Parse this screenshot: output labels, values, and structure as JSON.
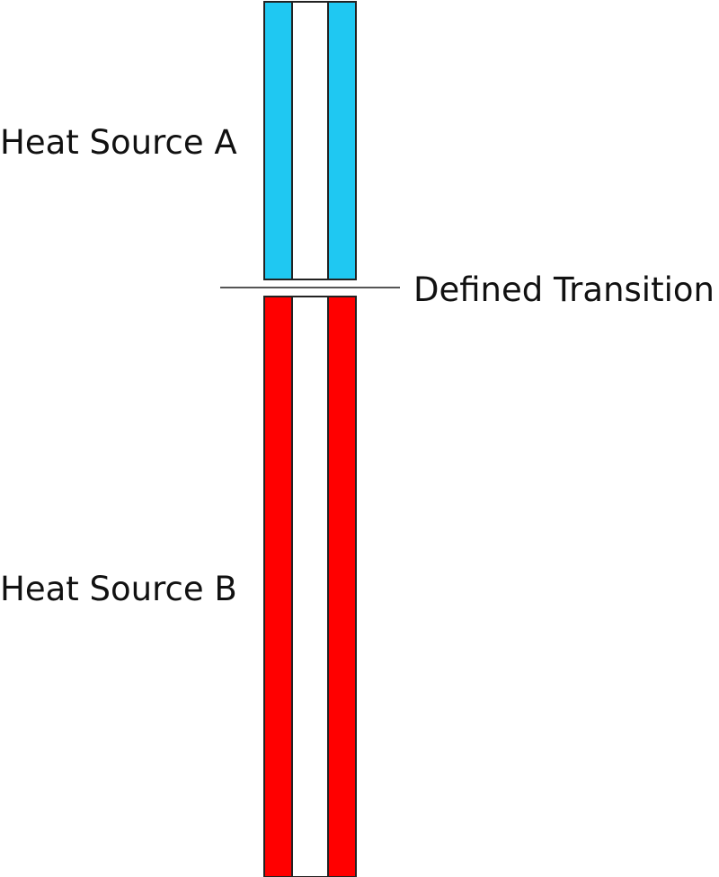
{
  "labels": {
    "heat_source_a": "Heat Source A",
    "heat_source_b": "Heat Source B",
    "transition": "Defined Transition"
  },
  "colors": {
    "source_a": "#1FC8F2",
    "source_b": "#FF0000",
    "outline": "#222222",
    "transition_line": "#555555",
    "background": "#FFFFFF"
  }
}
